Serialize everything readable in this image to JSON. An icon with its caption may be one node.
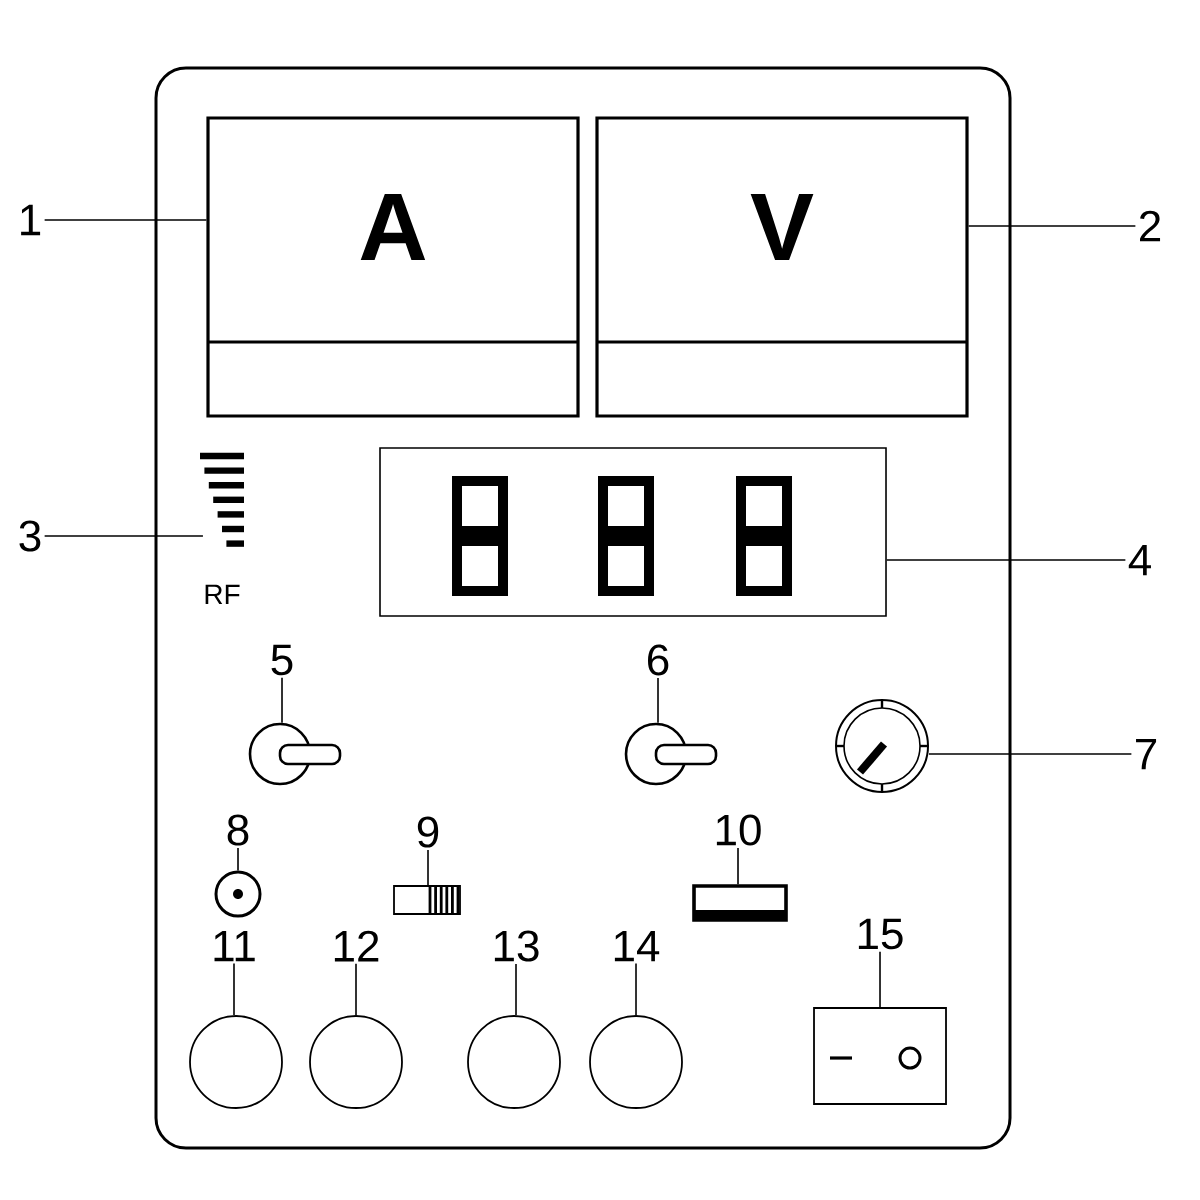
{
  "diagram": {
    "nodes": [
      {
        "text": [
          "1"
        ]
      },
      {
        "text": [
          "A"
        ]
      },
      {
        "text": [
          "V"
        ]
      },
      {
        "text": [
          "2"
        ]
      },
      {
        "text": [
          "3"
        ]
      },
      {
        "text": [
          "RF"
        ]
      },
      {
        "text": [],
        "shape": "box"
      },
      {
        "text": [
          "4"
        ]
      },
      {
        "text": [
          "5"
        ]
      },
      {
        "text": [
          "6"
        ]
      },
      {
        "text": [],
        "shape": "toggle"
      },
      {
        "text": [],
        "shape": "toggle"
      },
      {
        "text": [],
        "shape": "knob"
      },
      {
        "text": [
          "7"
        ]
      },
      {
        "text": [
          "8"
        ]
      },
      {
        "text": [
          "9"
        ]
      },
      {
        "text": [
          "10"
        ]
      },
      {
        "text": [],
        "shape": "socket"
      },
      {
        "text": [],
        "shape": "slider"
      },
      {
        "text": [],
        "shape": "fuse"
      },
      {
        "text": [
          "11"
        ]
      },
      {
        "text": [
          "12"
        ]
      },
      {
        "text": [
          "13"
        ]
      },
      {
        "text": [
          "14"
        ]
      },
      {
        "text": [
          "15"
        ]
      },
      {
        "text": [],
        "shape": "circle"
      },
      {
        "text": [],
        "shape": "circle"
      },
      {
        "text": [],
        "shape": "circle"
      },
      {
        "text": [],
        "shape": "circle"
      },
      {
        "text": [],
        "shape": "switch"
      }
    ],
    "edges": [
      {
        "from": 0,
        "to": 1,
        "arrow": "none"
      },
      {
        "from": 3,
        "to": 2,
        "arrow": "none"
      },
      {
        "from": 4,
        "to": 5,
        "arrow": "none"
      },
      {
        "from": 7,
        "to": 6,
        "arrow": "none"
      },
      {
        "from": 8,
        "to": 10,
        "arrow": "none"
      },
      {
        "from": 9,
        "to": 11,
        "arrow": "none"
      },
      {
        "from": 13,
        "to": 12,
        "arrow": "none"
      },
      {
        "from": 14,
        "to": 17,
        "arrow": "none"
      },
      {
        "from": 15,
        "to": 18,
        "arrow": "none"
      },
      {
        "from": 16,
        "to": 19,
        "arrow": "none"
      },
      {
        "from": 20,
        "to": 25,
        "arrow": "none"
      },
      {
        "from": 21,
        "to": 26,
        "arrow": "none"
      },
      {
        "from": 22,
        "to": 27,
        "arrow": "none"
      },
      {
        "from": 23,
        "to": 28,
        "arrow": "none"
      },
      {
        "from": 24,
        "to": 29,
        "arrow": "none"
      }
    ]
  }
}
